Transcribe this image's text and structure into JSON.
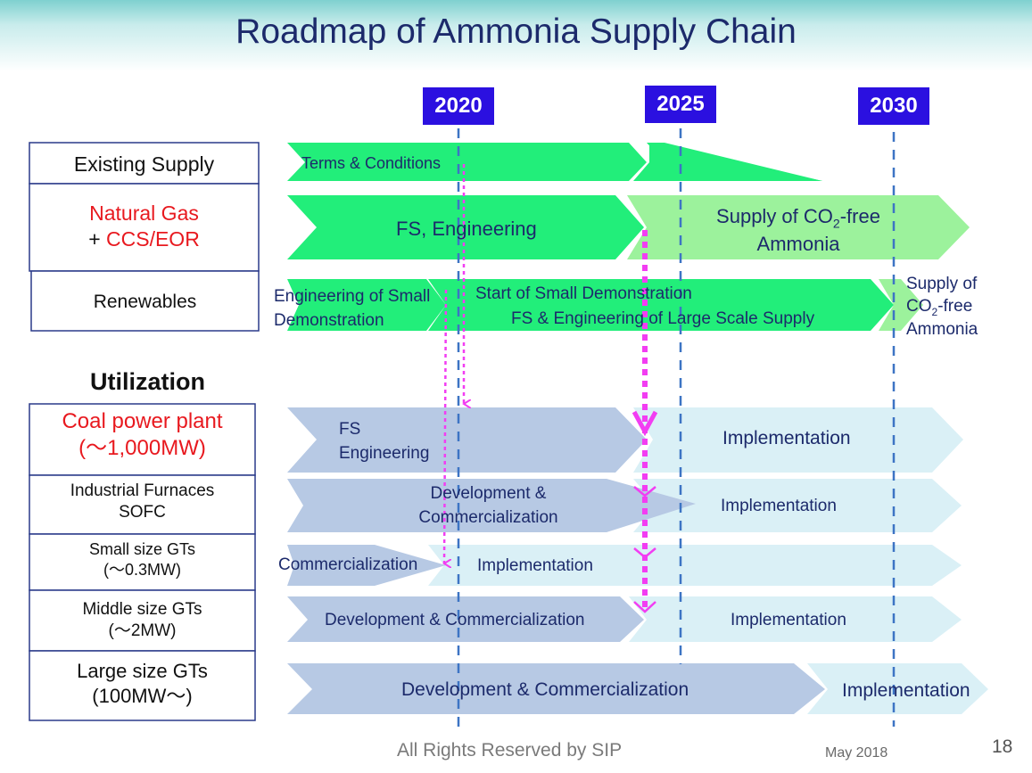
{
  "title": "Roadmap of Ammonia Supply Chain",
  "years": [
    "2020",
    "2025",
    "2030"
  ],
  "supply": {
    "existing": "Existing Supply",
    "natural_gas": "Natural Gas",
    "plus": "+ ",
    "ccs": "CCS/EOR",
    "renewables": "Renewables"
  },
  "utilization_heading": "Utilization",
  "utilization": {
    "coal_line1": "Coal power plant",
    "coal_line2": "(～1,000MW)",
    "furnace_line1": "Industrial Furnaces",
    "furnace_line2": "SOFC",
    "small_line1": "Small size GTs",
    "small_line2": "(～0.3MW)",
    "middle_line1": "Middle size GTs",
    "middle_line2": "(～2MW)",
    "large_line1": "Large size GTs",
    "large_line2": "(100MW～)"
  },
  "arrows": {
    "terms": "Terms & Conditions",
    "fs_eng": "FS, Engineering",
    "supply_co2_line1_pre": "Supply of CO",
    "supply_co2_sub": "2",
    "supply_co2_line1_post": "-free",
    "supply_co2_line2": "Ammonia",
    "eng_small_line1": "Engineering of Small",
    "eng_small_line2": "Demonstration",
    "start_small": "Start of Small Demonstration",
    "fs_large": "FS & Engineering of Large Scale Supply",
    "ren_supply_line1": "Supply of",
    "ren_supply_line2_pre": "CO",
    "ren_supply_sub": "2",
    "ren_supply_line2_post": "-free",
    "ren_supply_line3": "Ammonia",
    "coal_fs": "FS",
    "coal_eng": "Engineering",
    "coal_impl": "Implementation",
    "furn_dev1": "Development &",
    "furn_dev2": "Commercialization",
    "furn_impl": "Implementation",
    "small_comm": "Commercialization",
    "small_impl": "Implementation",
    "middle_dev": "Development & Commercialization",
    "middle_impl": "Implementation",
    "large_dev": "Development & Commercialization",
    "large_impl": "Implementation"
  },
  "colors": {
    "green_bright": "#22ee7a",
    "green_light": "#9cf29c",
    "blue_dark": "#b7c9e4",
    "blue_light": "#daf0f6",
    "year_box": "#2b10e0",
    "magenta": "#f23df2",
    "dash": "#3d74c4"
  },
  "footer": "All Rights Reserved by SIP",
  "date": "May 2018",
  "page": "18"
}
